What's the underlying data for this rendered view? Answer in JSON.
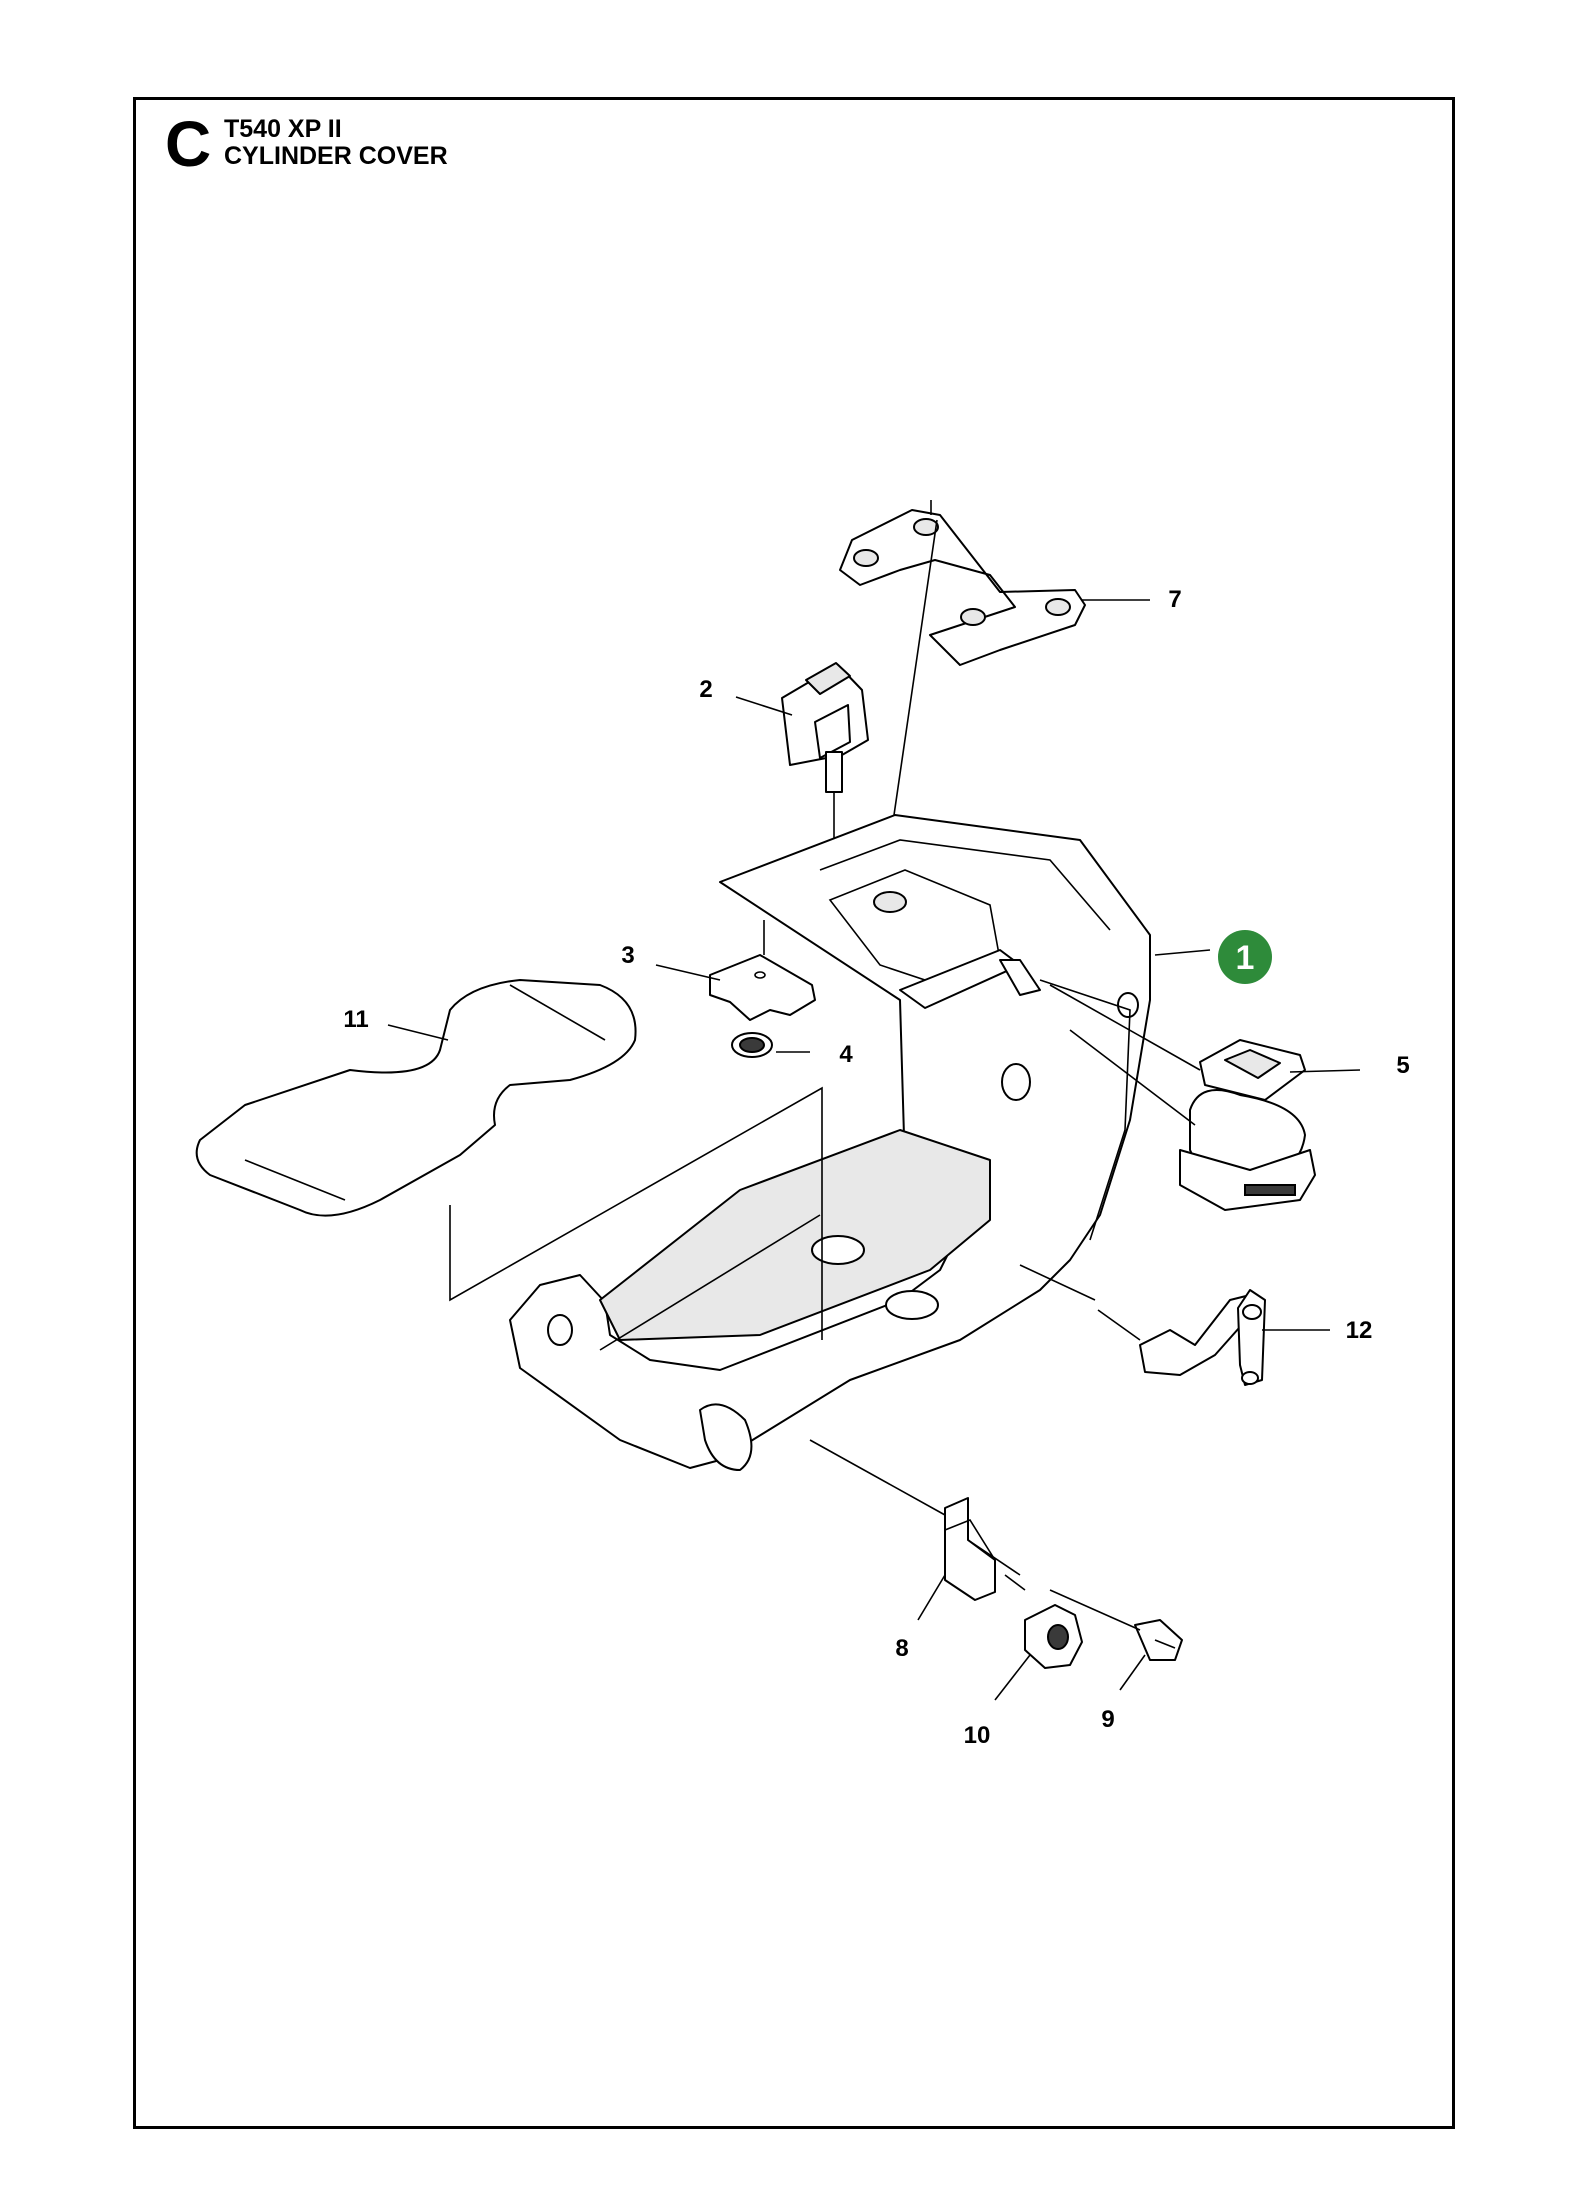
{
  "header": {
    "section_letter": "C",
    "model": "T540 XP II",
    "assembly": "CYLINDER COVER"
  },
  "callouts": [
    {
      "id": "1",
      "label": "1",
      "highlighted": true
    },
    {
      "id": "2",
      "label": "2"
    },
    {
      "id": "3",
      "label": "3"
    },
    {
      "id": "4",
      "label": "4"
    },
    {
      "id": "5",
      "label": "5"
    },
    {
      "id": "7",
      "label": "7"
    },
    {
      "id": "8",
      "label": "8"
    },
    {
      "id": "9",
      "label": "9"
    },
    {
      "id": "10",
      "label": "10"
    },
    {
      "id": "11",
      "label": "11"
    },
    {
      "id": "12",
      "label": "12"
    }
  ],
  "colors": {
    "badge": "#2e8b3a",
    "line": "#000000",
    "background": "#ffffff"
  }
}
